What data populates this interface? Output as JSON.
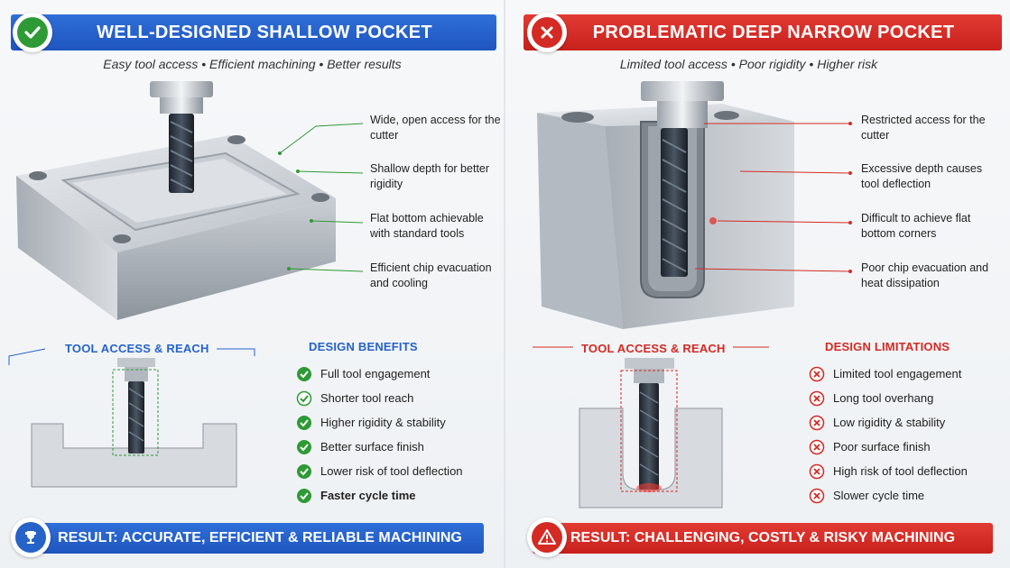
{
  "left": {
    "title": "WELL-DESIGNED SHALLOW POCKET",
    "subtitle": "Easy tool access • Efficient machining • Better results",
    "callouts": [
      "Wide, open access for the cutter",
      "Shallow depth for better rigidity",
      "Flat bottom achievable with standard tools",
      "Efficient chip evacuation and cooling"
    ],
    "reach_title": "TOOL ACCESS & REACH",
    "list_title": "DESIGN BENEFITS",
    "items": [
      "Full tool engagement",
      "Shorter tool reach",
      "Higher rigidity & stability",
      "Better surface finish",
      "Lower risk of tool deflection",
      "Faster cycle time"
    ],
    "result": "RESULT: ACCURATE, EFFICIENT & RELIABLE MACHINING",
    "accent": "#2563c9",
    "check_color": "#2e9a35"
  },
  "right": {
    "title": "PROBLEMATIC DEEP NARROW POCKET",
    "subtitle": "Limited tool access • Poor rigidity • Higher risk",
    "callouts": [
      "Restricted access for the cutter",
      "Excessive depth causes tool deflection",
      "Difficult to achieve flat bottom corners",
      "Poor chip evacuation and heat dissipation"
    ],
    "reach_title": "TOOL ACCESS & REACH",
    "list_title": "DESIGN LIMITATIONS",
    "items": [
      "Limited tool engagement",
      "Long tool overhang",
      "Low rigidity & stability",
      "Poor surface finish",
      "High risk of tool deflection",
      "Slower cycle time"
    ],
    "result": "RESULT: CHALLENGING, COSTLY & RISKY MACHINING",
    "accent": "#d42a23",
    "x_color": "#d42a23"
  },
  "icons": {
    "left_badge": "check-icon",
    "right_badge": "cross-icon",
    "left_result": "trophy-icon",
    "right_result": "warning-icon"
  }
}
